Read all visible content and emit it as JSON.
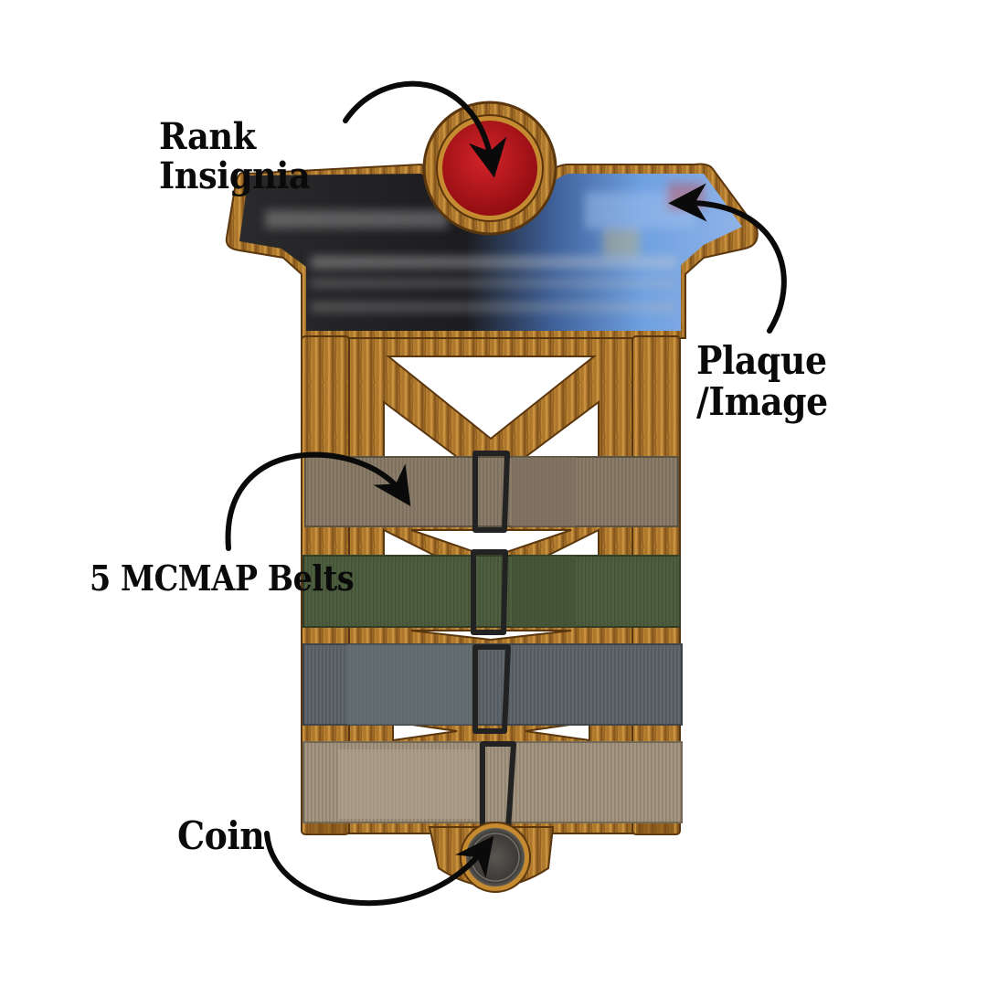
{
  "callouts": {
    "rank": [
      "Rank",
      "Insignia"
    ],
    "plaque": [
      "Plaque",
      "/Image"
    ],
    "belts": "5 MCMAP Belts",
    "coin": "Coin"
  },
  "colors": {
    "wood": "#b07a2c",
    "wood_dark": "#6e4414",
    "insignia": "#b01016",
    "plaque_dark": "#1f1f22",
    "plaque_blue": "#5f8fd6",
    "belt_tan": "#8a7c69",
    "belt_green": "#4d5f3f",
    "belt_gray": "#5f676c",
    "belt_khaki": "#a39580",
    "buckle": "#222222",
    "arrow": "#0a0a0a"
  },
  "belts": [
    {
      "name": "belt-tan",
      "color": "#8a7c69"
    },
    {
      "name": "belt-green",
      "color": "#4d5f3f"
    },
    {
      "name": "belt-gray",
      "color": "#5f676c"
    },
    {
      "name": "belt-khaki",
      "color": "#a39580"
    }
  ]
}
